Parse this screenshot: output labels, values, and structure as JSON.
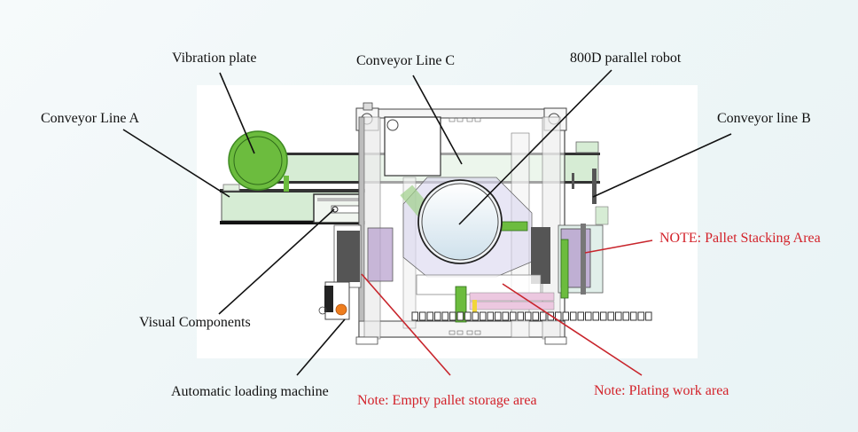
{
  "diagram": {
    "colors": {
      "leader_black": "#111111",
      "leader_red": "#c8252c",
      "note_red": "#d3222a",
      "conveyor_green": "#d6ecd4",
      "vibration_green": "#6cbc3e",
      "pallet_purple": "#b9a3cf",
      "work_pink": "#ecc8e0",
      "orange_button": "#ee7d1e"
    },
    "labels": {
      "vibration_plate": "Vibration plate",
      "conveyor_line_c": "Conveyor Line C",
      "parallel_robot": "800D parallel robot",
      "conveyor_line_a": "Conveyor Line A",
      "conveyor_line_b": "Conveyor line B",
      "pallet_stacking": "NOTE: Pallet Stacking Area",
      "visual_components": "Visual Components",
      "auto_loading": "Automatic loading machine",
      "empty_pallet_storage": "Note: Empty pallet storage area",
      "plating_work_area": "Note: Plating work area"
    }
  }
}
